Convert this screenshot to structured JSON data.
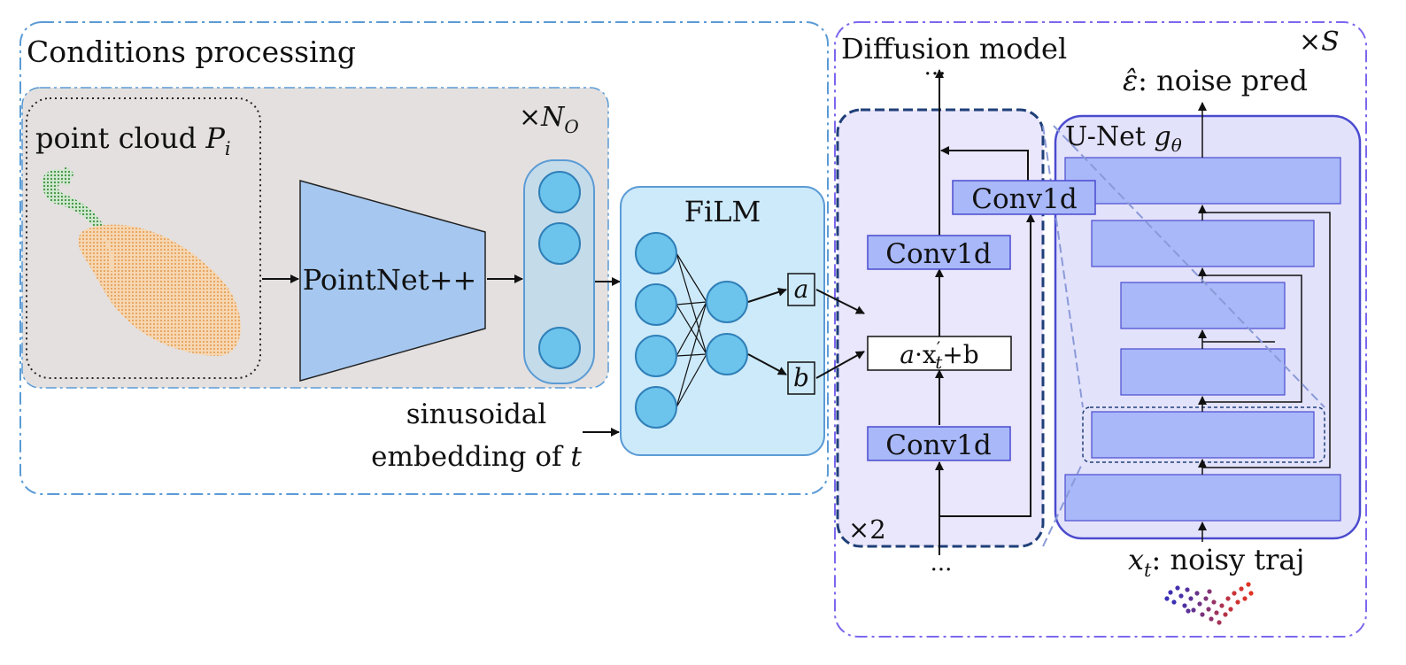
{
  "conditions": {
    "title": "Conditions processing",
    "repeat_prefix": "×",
    "repeat_var": "N",
    "repeat_sub": "O",
    "point_cloud_label": "point cloud",
    "point_cloud_var": "P",
    "point_cloud_sub": "i",
    "pointnet_label": "PointNet++",
    "sinusoidal_line1": "sinusoidal",
    "sinusoidal_line2": "embedding of",
    "sinusoidal_var": "t"
  },
  "film": {
    "title": "FiLM",
    "out_a": "a",
    "out_b": "b"
  },
  "diffusion": {
    "title": "Diffusion model",
    "repeat_prefix": "×",
    "repeat_var": "S",
    "ellipsis_top": "···",
    "ellipsis_bottom": "···",
    "block_repeat": "×2",
    "conv_top": "Conv1d",
    "conv_mid": "Conv1d",
    "conv_bottom": "Conv1d",
    "film_apply_a": "a",
    "film_apply_dot": "·",
    "film_apply_x": "x",
    "film_apply_prime": "′",
    "film_apply_sub": "t",
    "film_apply_plus": "+b",
    "noise_pred_var": "ε̂",
    "noise_pred_label": ": noise pred",
    "unet_label": "U-Net",
    "unet_var": "g",
    "unet_sub": "θ",
    "input_var": "x",
    "input_sub": "t",
    "input_label": ": noisy traj"
  },
  "colors": {
    "conditions_border": "#5b9bd5",
    "diffusion_border": "#7b68ee",
    "gray_panel": "#e3e0df",
    "pointnet_fill": "#a6c8f0",
    "film_fill": "#cdeafa",
    "node_fill": "#6cc4ec",
    "conv_fill": "#a9b8f8",
    "block_panel": "#eae6fb",
    "block_border": "#1f3f78",
    "unet_border": "#4b4bcf",
    "unet_block": "#a9b8f8",
    "hand": "#f2c28e",
    "wrench": "#5aa55a"
  }
}
